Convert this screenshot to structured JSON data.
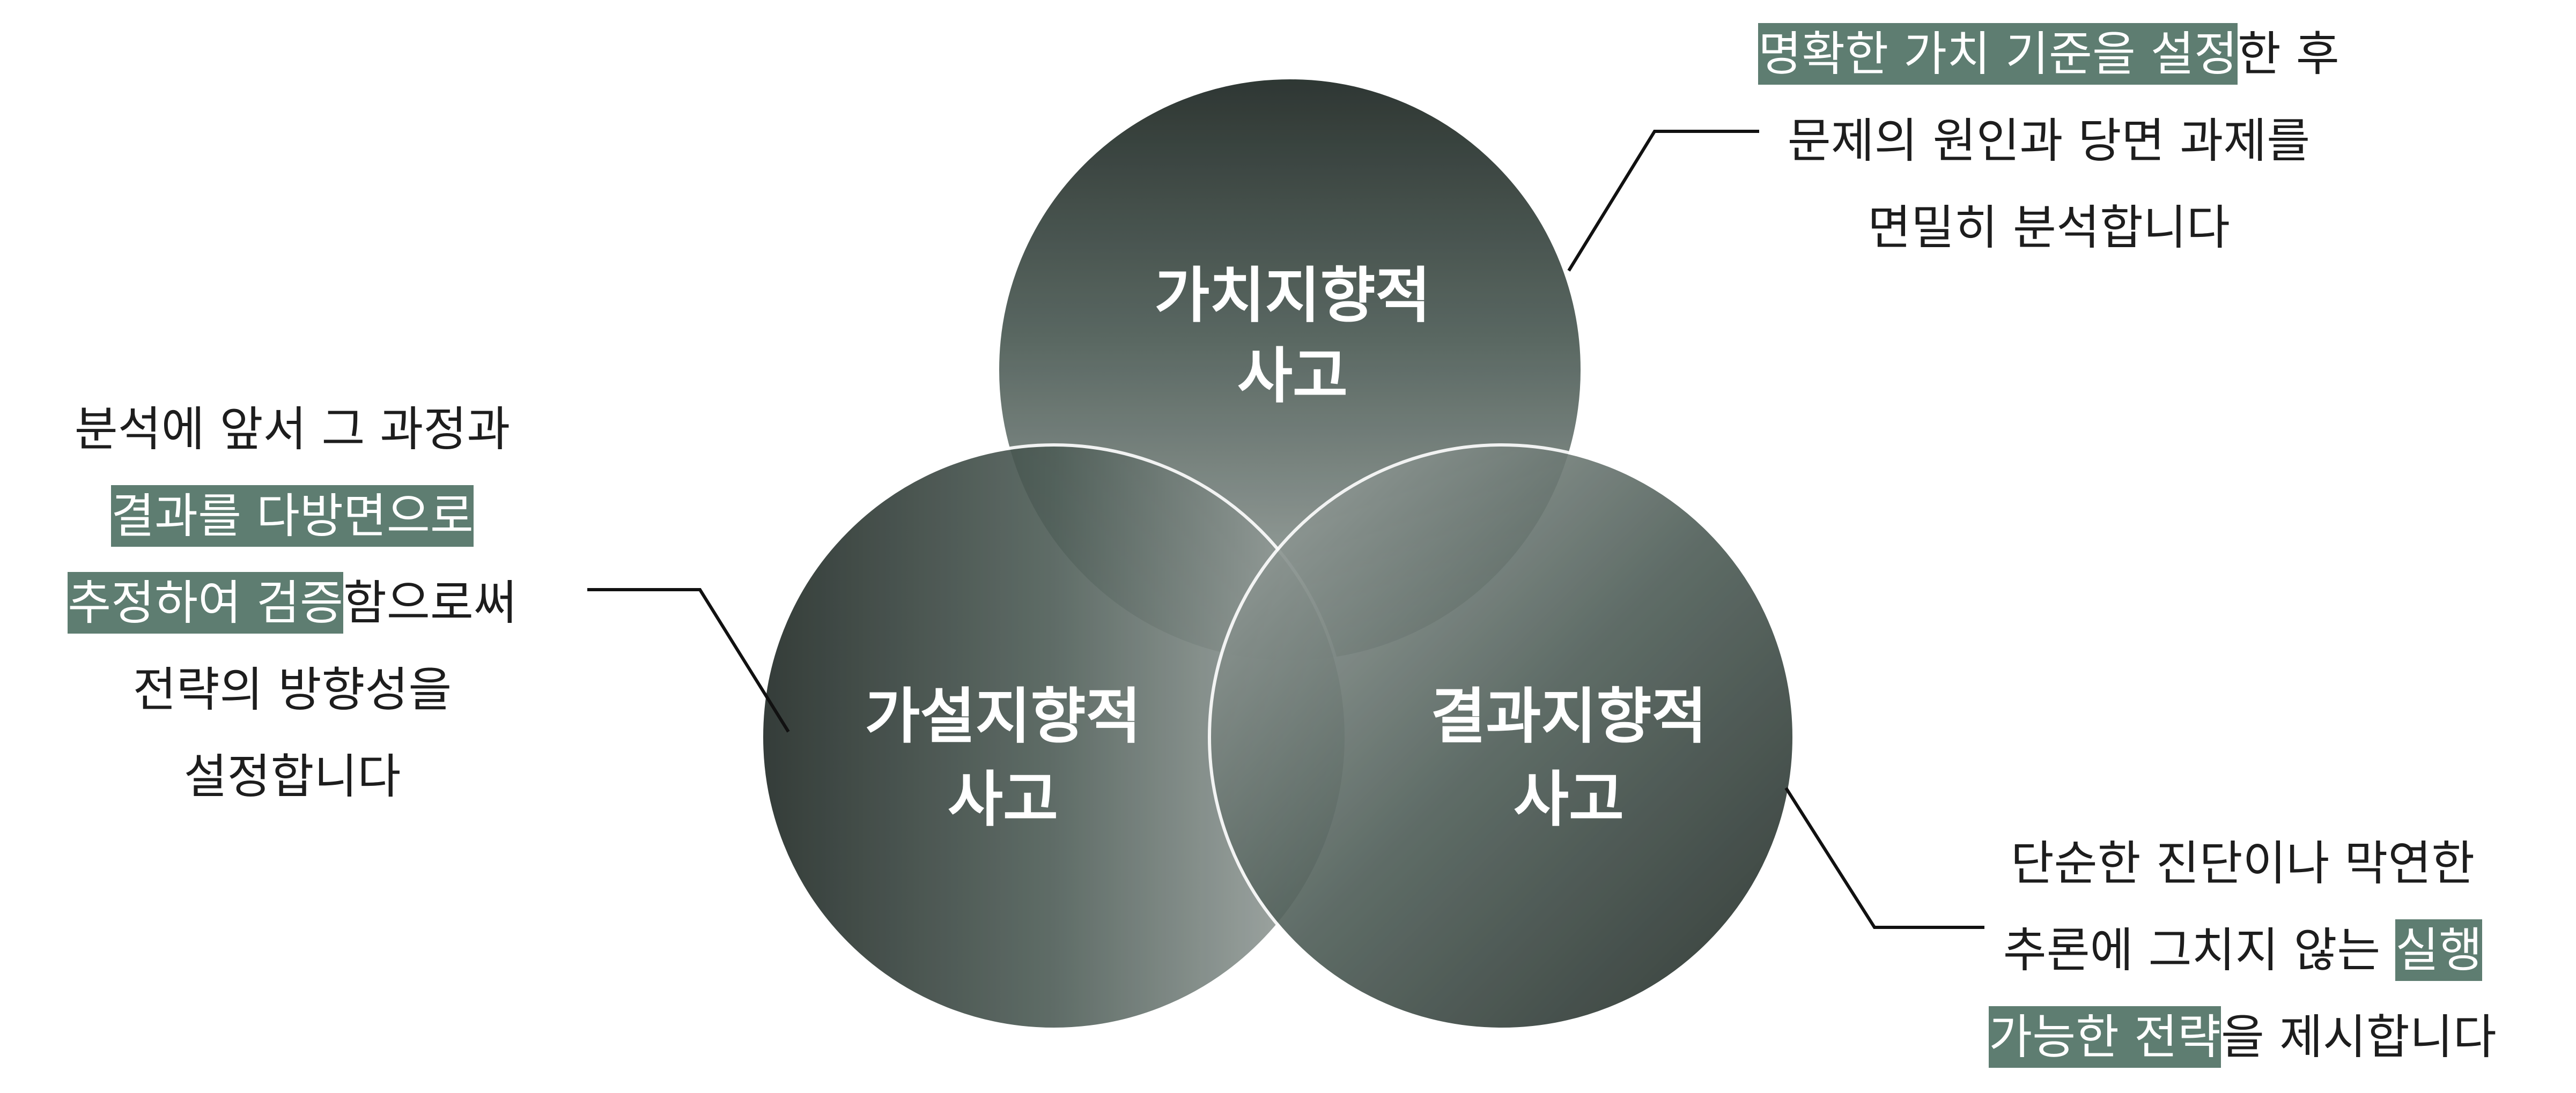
{
  "diagram": {
    "colors": {
      "circle_dark": "#1f2824",
      "circle_mid": "#5a6c65",
      "circle_light": "#a3aaa7",
      "circle_border": "#ffffff",
      "highlight": "#5e7d71",
      "text": "#1d1d1d",
      "leader_line": "#111111"
    },
    "circles": {
      "top": {
        "title_line1": "가치지향적",
        "title_line2": "사고"
      },
      "left": {
        "title_line1": "가설지향적",
        "title_line2": "사고"
      },
      "right": {
        "title_line1": "결과지향적",
        "title_line2": "사고"
      }
    },
    "notes": {
      "top_right": {
        "line1_highlight": "명확한 가치 기준을 설정",
        "line1_rest": "한 후",
        "line2": "문제의 원인과 당면 과제를",
        "line3": "면밀히 분석합니다"
      },
      "left": {
        "line1": "분석에 앞서 그 과정과",
        "line2_highlight": "결과를 다방면으로",
        "line3_highlight": "추정하여 검증",
        "line3_rest": "함으로써",
        "line4": "전략의 방향성을",
        "line5": "설정합니다"
      },
      "bottom_right": {
        "line1": "단순한 진단이나 막연한",
        "line2_pre": "추론에 그치지 않는 ",
        "line2_highlight": "실행",
        "line3_highlight": "가능한 전략",
        "line3_rest": "을 제시합니다"
      }
    }
  }
}
